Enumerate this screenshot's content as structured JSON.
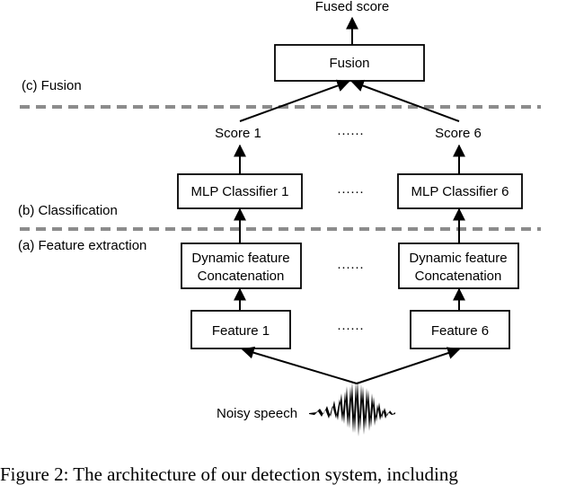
{
  "output_label": "Fused score",
  "fusion_box": "Fusion",
  "stages": {
    "fusion": "(c) Fusion",
    "classification": "(b) Classification",
    "feature_extraction": "(a) Feature extraction"
  },
  "score_left": "Score 1",
  "score_right": "Score 6",
  "classifier_left": "MLP Classifier 1",
  "classifier_right": "MLP Classifier 6",
  "concat_left": [
    "Dynamic feature",
    "Concatenation"
  ],
  "concat_right": [
    "Dynamic feature",
    "Concatenation"
  ],
  "feature_left": "Feature 1",
  "feature_right": "Feature 6",
  "ellipsis": "······",
  "input_label": "Noisy speech",
  "caption": "Figure 2: The architecture of our detection system, including"
}
